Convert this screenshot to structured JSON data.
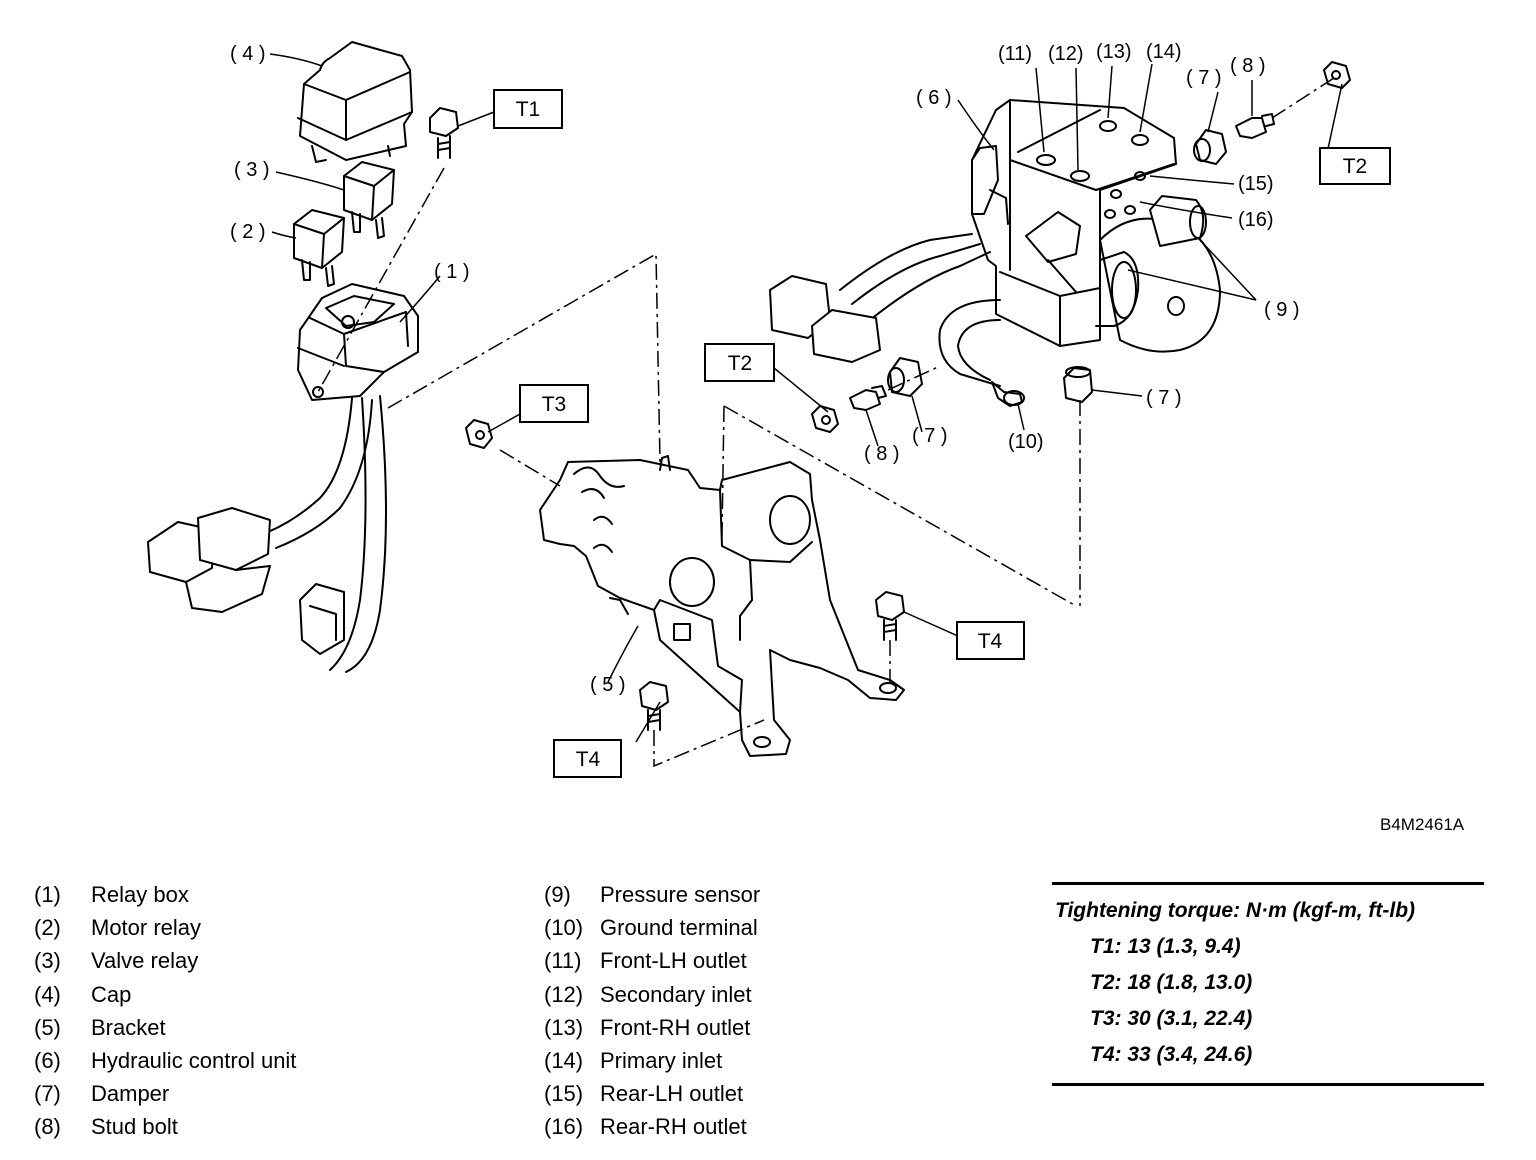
{
  "figure_code": "B4M2461A",
  "callouts": {
    "c1": "( 1 )",
    "c2": "( 2 )",
    "c3": "( 3 )",
    "c4": "( 4 )",
    "c5": "( 5 )",
    "c6": "( 6 )",
    "c7a": "( 7 )",
    "c7b": "( 7 )",
    "c7c": "( 7 )",
    "c8a": "( 8 )",
    "c8b": "( 8 )",
    "c9": "( 9 )",
    "c10": "(10)",
    "c11": "(11)",
    "c12": "(12)",
    "c13": "(13)",
    "c14": "(14)",
    "c15": "(15)",
    "c16": "(16)"
  },
  "torque_tags": {
    "t1": "T1",
    "t2a": "T2",
    "t2b": "T2",
    "t3": "T3",
    "t4a": "T4",
    "t4b": "T4"
  },
  "legend_left": [
    {
      "num": "(1)",
      "name": "Relay box"
    },
    {
      "num": "(2)",
      "name": "Motor relay"
    },
    {
      "num": "(3)",
      "name": "Valve relay"
    },
    {
      "num": "(4)",
      "name": "Cap"
    },
    {
      "num": "(5)",
      "name": "Bracket"
    },
    {
      "num": "(6)",
      "name": "Hydraulic control unit"
    },
    {
      "num": "(7)",
      "name": "Damper"
    },
    {
      "num": "(8)",
      "name": "Stud bolt"
    }
  ],
  "legend_right": [
    {
      "num": "(9)",
      "name": "Pressure sensor"
    },
    {
      "num": "(10)",
      "name": "Ground terminal"
    },
    {
      "num": "(11)",
      "name": "Front-LH outlet"
    },
    {
      "num": "(12)",
      "name": "Secondary inlet"
    },
    {
      "num": "(13)",
      "name": "Front-RH outlet"
    },
    {
      "num": "(14)",
      "name": "Primary inlet"
    },
    {
      "num": "(15)",
      "name": "Rear-LH outlet"
    },
    {
      "num": "(16)",
      "name": "Rear-RH outlet"
    }
  ],
  "torque": {
    "title": "Tightening torque: N·m (kgf-m, ft-lb)",
    "rows": [
      "T1: 13 (1.3, 9.4)",
      "T2: 18 (1.8, 13.0)",
      "T3: 30 (3.1, 22.4)",
      "T4: 33 (3.4, 24.6)"
    ]
  }
}
